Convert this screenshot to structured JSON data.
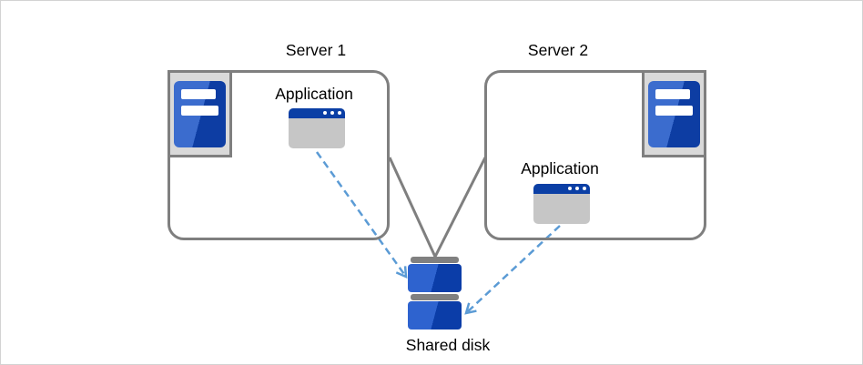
{
  "diagram": {
    "nodes": {
      "server1": {
        "label": "Server 1",
        "icon": "server-tower-icon",
        "application": {
          "label": "Application",
          "icon": "application-window-icon"
        }
      },
      "server2": {
        "label": "Server 2",
        "icon": "server-tower-icon",
        "application": {
          "label": "Application",
          "icon": "application-window-icon"
        }
      },
      "shared_disk": {
        "label": "Shared disk",
        "icon": "disk-stack-icon"
      }
    },
    "connections": [
      {
        "from": "server1-box",
        "to": "shared_disk",
        "style": "solid-line"
      },
      {
        "from": "server2-box",
        "to": "shared_disk",
        "style": "solid-line"
      },
      {
        "from": "application1",
        "to": "shared_disk",
        "style": "dashed-arrow"
      },
      {
        "from": "application2",
        "to": "shared_disk",
        "style": "dashed-arrow"
      }
    ],
    "colors": {
      "icon_blue_light": "#3B6CCE",
      "icon_blue_dark": "#0D3DA3",
      "titlebar_blue": "#0B3FA5",
      "window_body_gray": "#C6C6C6",
      "icon_frame_gray": "#D9D9D9",
      "box_border_gray": "#7F7F7F",
      "disk_bar_gray": "#808080",
      "arrow_blue": "#5B9BD5",
      "text_color": "#000000",
      "canvas_border": "#D3D3D3"
    }
  }
}
